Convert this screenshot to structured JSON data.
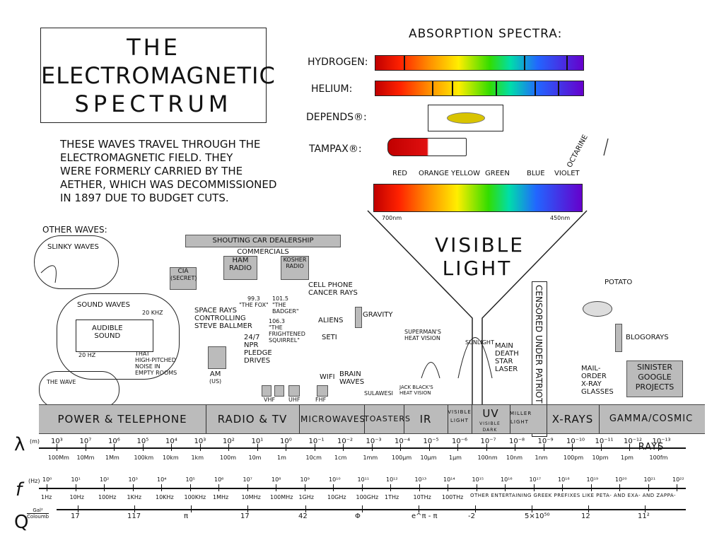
{
  "title": [
    "THE",
    "ELECTROMAGNETIC",
    "SPECTRUM"
  ],
  "intro": [
    "THESE WAVES TRAVEL THROUGH THE",
    "ELECTROMAGNETIC FIELD. THEY",
    "WERE FORMERLY CARRIED BY THE",
    "AETHER, WHICH WAS DECOMMISSIONED",
    "IN 1897 DUE TO BUDGET CUTS."
  ],
  "absorption": {
    "heading": "ABSORPTION SPECTRA:",
    "rows": [
      "HYDROGEN:",
      "HELIUM:",
      "DEPENDS®:",
      "TAMPAX®:"
    ]
  },
  "visible": {
    "colors": [
      "RED",
      "ORANGE",
      "YELLOW",
      "GREEN",
      "BLUE",
      "VIOLET",
      "OCTARINE"
    ],
    "wl_left": "700nm",
    "wl_right": "450nm",
    "label": [
      "VISIBLE",
      "LIGHT"
    ]
  },
  "other_waves": {
    "heading": "OTHER WAVES:",
    "slinky": "SLINKY WAVES",
    "sound": "SOUND WAVES",
    "audible": [
      "AUDIBLE",
      "SOUND"
    ],
    "hz20": "20 Hz",
    "khz20": "20 KHz",
    "high_pitch": [
      "THAT",
      "HIGH-PITCHED",
      "NOISE IN",
      "EMPTY ROOMS"
    ],
    "wave": "THE WAVE"
  },
  "annotations": {
    "shouting": "SHOUTING CAR DEALERSHIP COMMERCIALS",
    "cia": [
      "CIA",
      "(SECRET)"
    ],
    "ham": [
      "HAM",
      "RADIO"
    ],
    "kosher": [
      "KOSHER",
      "RADIO"
    ],
    "cell": [
      "CELL PHONE",
      "CANCER RAYS"
    ],
    "fox": [
      "99.3",
      "\"THE FOX\""
    ],
    "badger": [
      "101.5",
      "\"THE",
      "BADGER\""
    ],
    "squirrel": [
      "106.3",
      "\"THE",
      "FRIGHTENED",
      "SQUIRREL\""
    ],
    "space": [
      "SPACE RAYS",
      "CONTROLLING",
      "STEVE BALLMER"
    ],
    "npr": [
      "24/7",
      "NPR",
      "PLEDGE",
      "DRIVES"
    ],
    "am": [
      "AM",
      "(US)"
    ],
    "vhf": "VHF",
    "uhf": "UHF",
    "fhf": "FHF",
    "aliens": "ALIENS",
    "seti": "SETI",
    "gravity": "GRAVITY",
    "wifi": "WIFI",
    "brain": [
      "BRAIN",
      "WAVES"
    ],
    "sulawesi": "SULAWESI",
    "superman": [
      "SUPERMAN'S",
      "HEAT VISION"
    ],
    "jackblack": [
      "JACK BLACK'S",
      "HEAT VISION"
    ],
    "sunlight": "SUNLIGHT",
    "deathstar": [
      "MAIN",
      "DEATH",
      "STAR",
      "LASER"
    ],
    "censored": "CENSORED UNDER PATRIOT ACT",
    "potato": "POTATO",
    "blogorays": "BLOGORAYS",
    "mailorder": [
      "MAIL-",
      "ORDER",
      "X-RAY",
      "GLASSES"
    ],
    "sinister": [
      "SINISTER",
      "GOOGLE",
      "PROJECTS"
    ]
  },
  "bands": [
    "POWER & TELEPHONE",
    "RADIO & TV",
    "MICROWAVES",
    "TOASTERS",
    "IR",
    "VISIBLE LIGHT",
    "UV",
    "VISIBLE DARK",
    "MILLER LIGHT",
    "X-RAYS",
    "GAMMA/COSMIC RAYS"
  ],
  "lambda": {
    "symbol": "λ",
    "unit": "(m)",
    "exps": [
      "10³",
      "10⁷",
      "10⁶",
      "10⁵",
      "10⁴",
      "10³",
      "10²",
      "10¹",
      "10⁰",
      "10⁻¹",
      "10⁻²",
      "10⁻³",
      "10⁻⁴",
      "10⁻⁵",
      "10⁻⁶",
      "10⁻⁷",
      "10⁻⁸",
      "10⁻⁹",
      "10⁻¹⁰",
      "10⁻¹¹",
      "10⁻¹²",
      "10⁻¹³"
    ],
    "units": [
      "100Mm",
      "10Mm",
      "1Mm",
      "100km",
      "10km",
      "1km",
      "100m",
      "10m",
      "1m",
      "10cm",
      "1cm",
      "1mm",
      "100µm",
      "10µm",
      "1µm",
      "100nm",
      "10nm",
      "1nm",
      "100pm",
      "10pm",
      "1pm",
      "100fm"
    ]
  },
  "freq": {
    "symbol": "f",
    "unit": "(Hz)",
    "exps": [
      "10⁰",
      "10¹",
      "10²",
      "10³",
      "10⁴",
      "10⁵",
      "10⁶",
      "10⁷",
      "10⁸",
      "10⁹",
      "10¹⁰",
      "10¹¹",
      "10¹²",
      "10¹³",
      "10¹⁴",
      "10¹⁵",
      "10¹⁶",
      "10¹⁷",
      "10¹⁸",
      "10¹⁹",
      "10²⁰",
      "10²¹",
      "10²²"
    ],
    "units": [
      "1Hz",
      "10Hz",
      "100Hz",
      "1KHz",
      "10KHz",
      "100KHz",
      "1MHz",
      "10MHz",
      "100MHz",
      "1GHz",
      "10GHz",
      "100GHz",
      "1THz",
      "10THz",
      "100THz"
    ],
    "greek": "OTHER ENTERTAINING GREEK PREFIXES LIKE PETA- AND EXA- AND ZAPPA-"
  },
  "q": {
    "symbol": "Q",
    "unit_top": "Gal²",
    "unit_bottom": "Coloumb",
    "values": [
      "17",
      "117",
      "π",
      "17",
      "42",
      "Φ",
      "e^π - π",
      "-2",
      "5×10⁵⁰",
      "12",
      "11²"
    ]
  }
}
